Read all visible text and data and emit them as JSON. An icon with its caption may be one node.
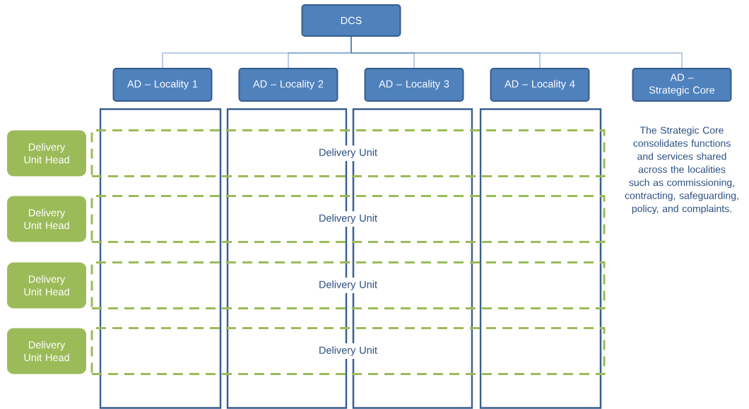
{
  "diagram": {
    "nodes": [
      {
        "text": [
          "DCS"
        ]
      },
      {
        "text": [
          "AD – Locality 1"
        ]
      },
      {
        "text": [
          "AD – Locality 2"
        ]
      },
      {
        "text": [
          "AD – Locality 3"
        ]
      },
      {
        "text": [
          "AD – Locality 4"
        ]
      },
      {
        "text": [
          "AD – Strategic Core"
        ],
        "beside": [
          "The Strategic Core consolidates functions and services shared across the localities such as commissioning, contracting, safeguarding, policy, and complaints."
        ]
      },
      {
        "text": [],
        "shape": "box"
      },
      {
        "text": [],
        "shape": "box"
      },
      {
        "text": [],
        "shape": "box"
      },
      {
        "text": [],
        "shape": "box"
      },
      {
        "text": [
          "Delivery Unit Head"
        ]
      },
      {
        "text": [
          "Delivery Unit"
        ]
      },
      {
        "text": [
          "Delivery Unit Head"
        ]
      },
      {
        "text": [
          "Delivery Unit"
        ]
      },
      {
        "text": [
          "Delivery Unit Head"
        ]
      },
      {
        "text": [
          "Delivery Unit"
        ]
      },
      {
        "text": [
          "Delivery Unit Head"
        ]
      },
      {
        "text": [
          "Delivery Unit"
        ]
      }
    ],
    "edges": [
      {
        "from": 0,
        "to": 1,
        "arrow": "none"
      },
      {
        "from": 0,
        "to": 2,
        "arrow": "none"
      },
      {
        "from": 0,
        "to": 3,
        "arrow": "none"
      },
      {
        "from": 0,
        "to": 4,
        "arrow": "none"
      },
      {
        "from": 0,
        "to": 5,
        "arrow": "none"
      }
    ]
  }
}
